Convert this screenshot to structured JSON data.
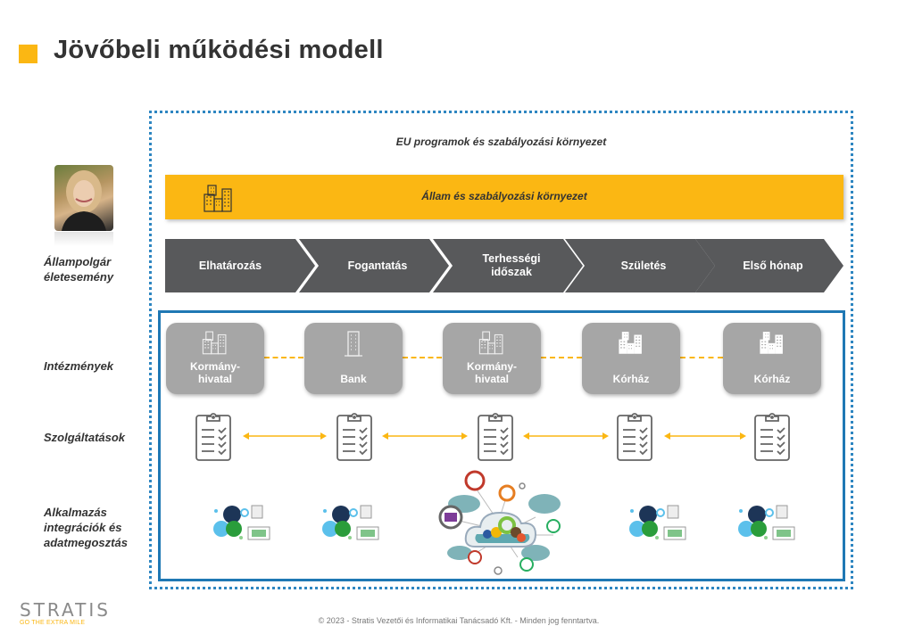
{
  "header": {
    "title": "Jövőbeli működési modell",
    "accent_color": "#FBB713"
  },
  "diagram": {
    "eu_label": "EU programok és szabályozási környezet",
    "state_label": "Állam és szabályozási környezet",
    "state_icon": "buildings-icon",
    "row_labels": {
      "citizen": [
        "Állampolgár",
        "életesemény"
      ],
      "institutions": "Intézmények",
      "services": "Szolgáltatások",
      "apps": [
        "Alkalmazás",
        "integrációk és",
        "adatmegosztás"
      ]
    },
    "life_events": [
      {
        "line1": "Elhatározás",
        "line2": ""
      },
      {
        "line1": "Fogantatás",
        "line2": ""
      },
      {
        "line1": "Terhességi",
        "line2": "időszak"
      },
      {
        "line1": "Születés",
        "line2": ""
      },
      {
        "line1": "Első hónap",
        "line2": ""
      }
    ],
    "institutions": [
      {
        "line1": "Kormány-",
        "line2": "hivatal",
        "icon": "office-buildings-icon"
      },
      {
        "line1": "Bank",
        "line2": "",
        "icon": "tower-building-icon"
      },
      {
        "line1": "Kormány-",
        "line2": "hivatal",
        "icon": "office-buildings-icon"
      },
      {
        "line1": "Kórház",
        "line2": "",
        "icon": "hospital-buildings-icon"
      },
      {
        "line1": "Kórház",
        "line2": "",
        "icon": "hospital-buildings-icon"
      }
    ],
    "services_icon": "clipboard-checklist-icon",
    "apps_icon": "integration-gears-icon",
    "central_icon": "cloud-network-icon",
    "colors": {
      "chevron": "#58595B",
      "institution_box": "#A6A6A6",
      "frame_blue": "#1F78B4",
      "connector": "#FBB713"
    }
  },
  "footer": {
    "logo_text": "STRATIS",
    "logo_tagline": "GO THE EXTRA MILE",
    "copyright": "© 2023 - Stratis Vezetői és Informatikai Tanácsadó Kft. - Minden jog fenntartva."
  }
}
